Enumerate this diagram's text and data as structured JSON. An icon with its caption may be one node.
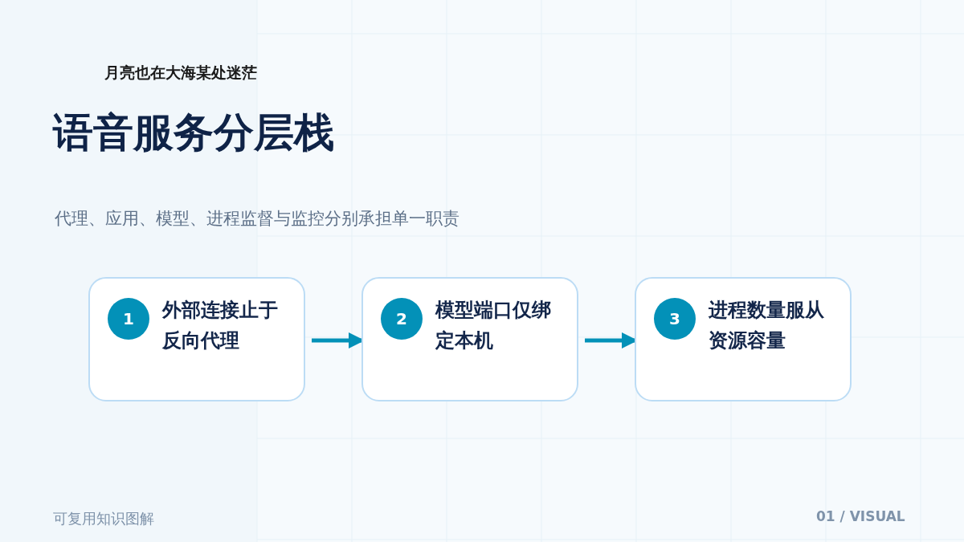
{
  "diagram": {
    "title": "语音服务分层栈",
    "nodes": [
      {
        "text": [
          "1",
          "外部连接止于反向代理"
        ]
      },
      {
        "text": [
          "2",
          "模型端口仅绑定本机"
        ]
      },
      {
        "text": [
          "3",
          "进程数量服从资源容量"
        ]
      }
    ],
    "edges": [
      {
        "from": 0,
        "to": 1,
        "arrow": "to"
      },
      {
        "from": 1,
        "to": 2,
        "arrow": "to"
      }
    ],
    "labels": [
      "月亮也在大海某处迷茫",
      "代理、应用、模型、进程监督与监控分别承担单一职责",
      "可复用知识图解",
      "01 / VISUAL"
    ]
  }
}
